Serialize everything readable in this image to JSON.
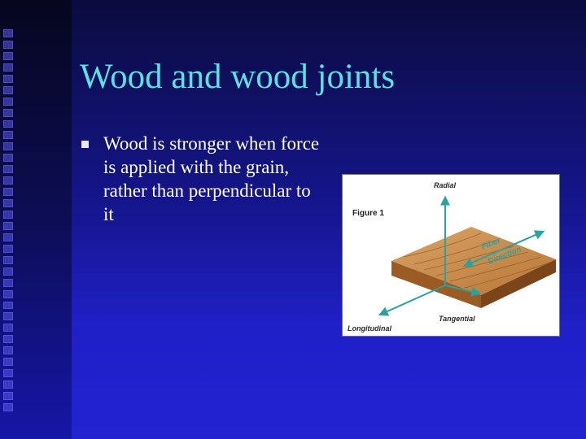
{
  "slide": {
    "title": "Wood and wood joints",
    "bullets": [
      {
        "text": "Wood is stronger when force is applied with the grain, rather than perpendicular to it"
      }
    ]
  },
  "figure": {
    "caption": "Figure 1",
    "labels": {
      "radial": "Radial",
      "fiber": "Fiber",
      "direction": "Direction",
      "longitudinal": "Longitudinal",
      "tangential": "Tangential"
    }
  },
  "colors": {
    "title": "#56e3e3",
    "body_text": "#ffffff",
    "arrow": "#2aa2a2",
    "wood": "#c98a4a"
  }
}
